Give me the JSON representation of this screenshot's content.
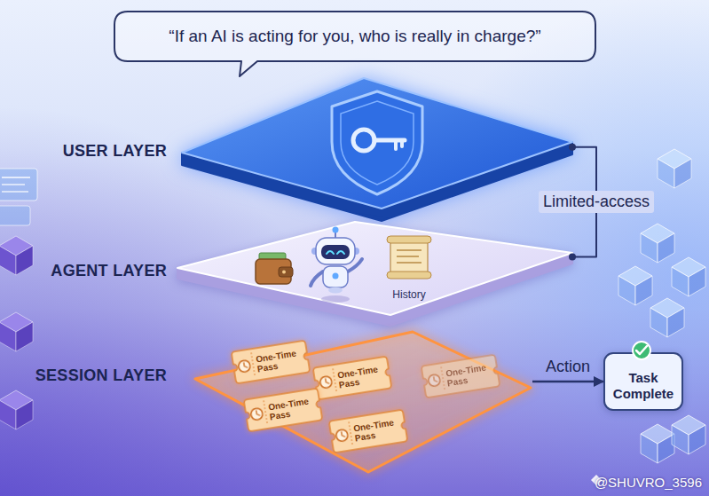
{
  "diagram": {
    "nodes": [
      {
        "text": [
          "“If an AI is acting for you, who is really in charge?”"
        ]
      },
      {
        "text": [
          "USER LAYER"
        ]
      },
      {
        "text": [
          "AGENT LAYER",
          "History"
        ]
      },
      {
        "text": [
          "SESSION LAYER"
        ]
      },
      {
        "text": [
          "One-Time Pass"
        ],
        "in": 3
      },
      {
        "text": [
          "One-Time Pass"
        ],
        "in": 3
      },
      {
        "text": [
          "One-Time Pass"
        ],
        "in": 3
      },
      {
        "text": [
          "One-Time Pass"
        ],
        "in": 3
      },
      {
        "text": [
          "One-Time Pass"
        ],
        "in": 3
      },
      {
        "text": [
          "Task Complete"
        ]
      }
    ],
    "edges": [
      {
        "from": 1,
        "to": 2,
        "label": "Limited-access",
        "arrow": "none"
      },
      {
        "from": 3,
        "to": 9,
        "label": "Action",
        "arrow": "to"
      }
    ],
    "labels": [
      "@SHUVRO_3596"
    ]
  }
}
